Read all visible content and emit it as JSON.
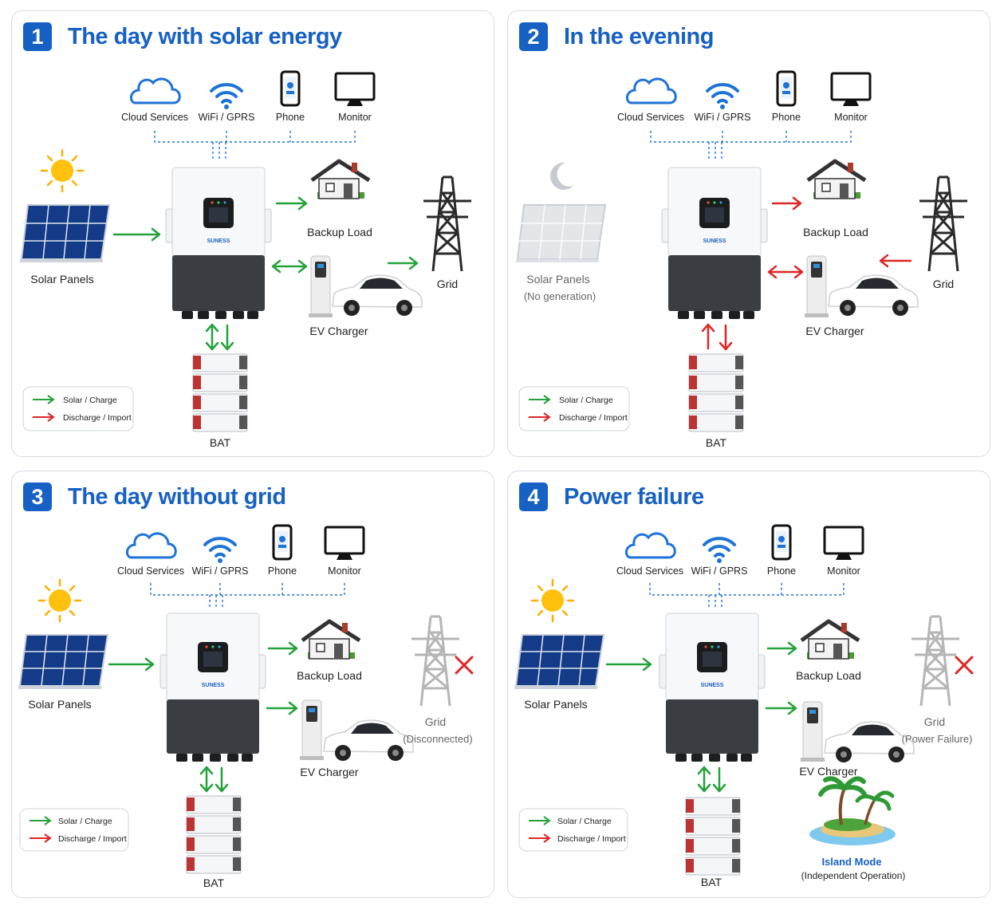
{
  "panels": [
    {
      "num": "1",
      "title": "The day with solar energy",
      "labels": {
        "cloud": "Cloud Services",
        "wifi": "WiFi / GPRS",
        "phone": "Phone",
        "monitor": "Monitor",
        "solar": "Solar Panels",
        "solar_sub": "",
        "backup": "Backup Load",
        "ev": "EV Charger",
        "grid": "Grid",
        "grid_sub": "",
        "bat": "BAT",
        "brand": "SUNESS"
      }
    },
    {
      "num": "2",
      "title": "In the evening",
      "labels": {
        "cloud": "Cloud Services",
        "wifi": "WiFi / GPRS",
        "phone": "Phone",
        "monitor": "Monitor",
        "solar": "Solar Panels",
        "solar_sub": "(No generation)",
        "backup": "Backup Load",
        "ev": "EV Charger",
        "grid": "Grid",
        "grid_sub": "",
        "bat": "BAT",
        "brand": "SUNESS"
      }
    },
    {
      "num": "3",
      "title": "The day without grid",
      "labels": {
        "cloud": "Cloud Services",
        "wifi": "WiFi / GPRS",
        "phone": "Phone",
        "monitor": "Monitor",
        "solar": "Solar Panels",
        "solar_sub": "",
        "backup": "Backup Load",
        "ev": "EV Charger",
        "grid": "Grid",
        "grid_sub": "(Disconnected)",
        "bat": "BAT",
        "brand": "SUNESS"
      }
    },
    {
      "num": "4",
      "title": "Power failure",
      "labels": {
        "cloud": "Cloud Services",
        "wifi": "WiFi / GPRS",
        "phone": "Phone",
        "monitor": "Monitor",
        "solar": "Solar Panels",
        "solar_sub": "",
        "backup": "Backup Load",
        "ev": "EV Charger",
        "grid": "Grid",
        "grid_sub": "(Power Failure)",
        "bat": "BAT",
        "brand": "SUNESS",
        "island": "Island Mode",
        "island_sub": "(Independent Operation)"
      }
    }
  ],
  "legend": {
    "charge": "Solar / Charge",
    "discharge": "Discharge / Import"
  },
  "colors": {
    "accent": "#1760c4",
    "charge": "#23a23a",
    "discharge": "#e02525",
    "faded": "#b5b5b5"
  }
}
